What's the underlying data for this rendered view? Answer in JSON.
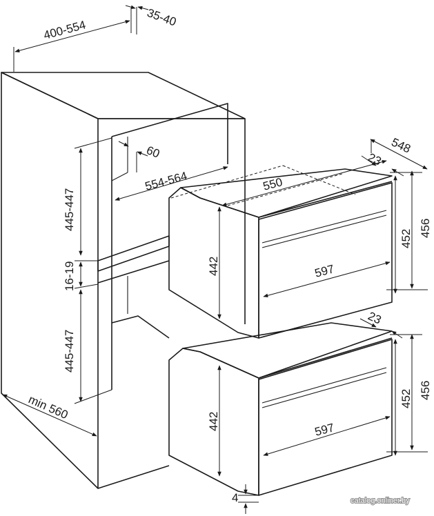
{
  "dimensions": {
    "niche_depth": "400-554",
    "top_offset": "35-40",
    "depth_60": "60",
    "inner_depth": "554-564",
    "oven_depth_550": "550",
    "oven_depth_548": "548",
    "panel_23_top": "23",
    "height_452_top": "452",
    "height_456_top": "456",
    "width_597_top": "597",
    "height_442_top": "442",
    "panel_23_bottom": "23",
    "height_452_bottom": "452",
    "height_456_bottom": "456",
    "width_597_bottom": "597",
    "height_442_bottom": "442",
    "upper_niche_height": "445-447",
    "gap_16_19": "16-19",
    "lower_niche_height": "445-447",
    "min_width": "min 560",
    "bottom_gap": "4"
  },
  "watermark": "catalog.onliner.by",
  "colors": {
    "line": "#1a1a1a",
    "background": "#ffffff"
  }
}
